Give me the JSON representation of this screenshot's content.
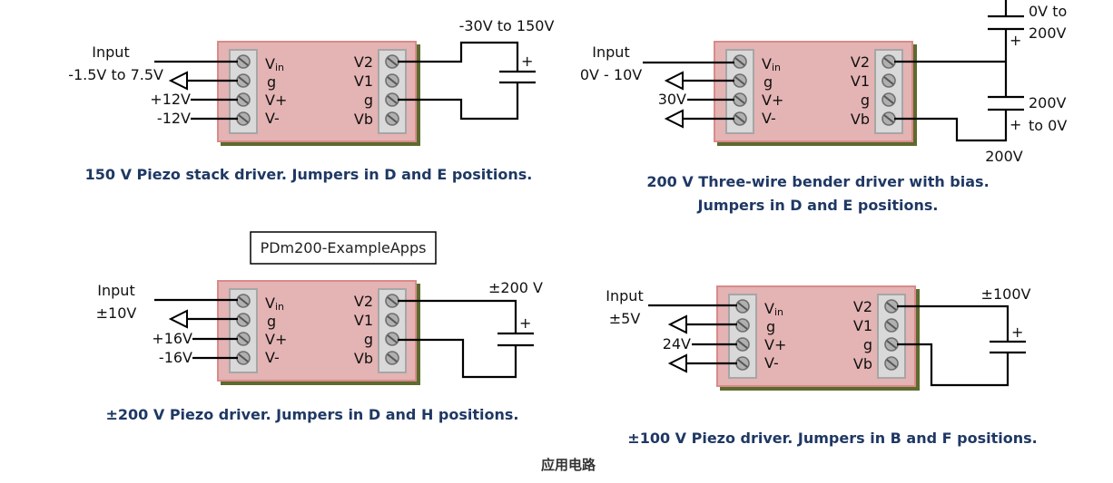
{
  "page_title": "应用电路",
  "tag": "PDm200-ExampleApps",
  "colors": {
    "board_fill": "#e4b3b3",
    "board_border": "#d98a8a",
    "caption": "#1f3864"
  },
  "terminal_left": [
    "Vin",
    "g",
    "V+",
    "V-"
  ],
  "terminal_right": [
    "V2",
    "V1",
    "g",
    "Vb"
  ],
  "circuits": [
    {
      "id": "c1",
      "caption_lines": [
        "150 V Piezo stack driver. Jumpers in D and E positions."
      ],
      "input_label": "Input",
      "input_range": "-1.5V to 7.5V",
      "vplus": "+12V",
      "vminus": "-12V",
      "output_labels": [
        "-30V to 150V"
      ],
      "cap_polarity": "+"
    },
    {
      "id": "c2",
      "caption_lines": [
        "200 V Three-wire bender driver with bias.",
        "Jumpers in D and E positions."
      ],
      "input_label": "Input",
      "input_range": "0V - 10V",
      "vplus": "30V",
      "vminus": "",
      "output_labels": [
        "0V to",
        "200V",
        "200V",
        "to 0V",
        "200V"
      ],
      "cap_polarity": "+"
    },
    {
      "id": "c3",
      "caption_lines": [
        "±200 V Piezo driver. Jumpers in D and H positions."
      ],
      "input_label": "Input",
      "input_range": "±10V",
      "vplus": "+16V",
      "vminus": "-16V",
      "output_labels": [
        "±200 V"
      ],
      "cap_polarity": "+"
    },
    {
      "id": "c4",
      "caption_lines": [
        "±100 V Piezo driver. Jumpers in B and F positions."
      ],
      "input_label": "Input",
      "input_range": "±5V",
      "vplus": "24V",
      "vminus": "",
      "output_labels": [
        "±100V"
      ],
      "cap_polarity": "+"
    }
  ]
}
